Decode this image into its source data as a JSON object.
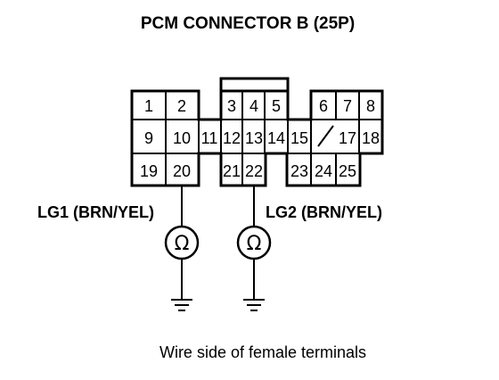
{
  "title": "PCM CONNECTOR B (25P)",
  "pins": {
    "p1": "1",
    "p2": "2",
    "p3": "3",
    "p4": "4",
    "p5": "5",
    "p6": "6",
    "p7": "7",
    "p8": "8",
    "p9": "9",
    "p10": "10",
    "p11": "11",
    "p12": "12",
    "p13": "13",
    "p14": "14",
    "p15": "15",
    "p17": "17",
    "p18": "18",
    "p19": "19",
    "p20": "20",
    "p21": "21",
    "p22": "22",
    "p23": "23",
    "p24": "24",
    "p25": "25"
  },
  "wires": {
    "lg1": "LG1 (BRN/YEL)",
    "lg2": "LG2 (BRN/YEL)"
  },
  "meters": {
    "m1": "Ω",
    "m2": "Ω"
  },
  "caption": "Wire side of female terminals"
}
